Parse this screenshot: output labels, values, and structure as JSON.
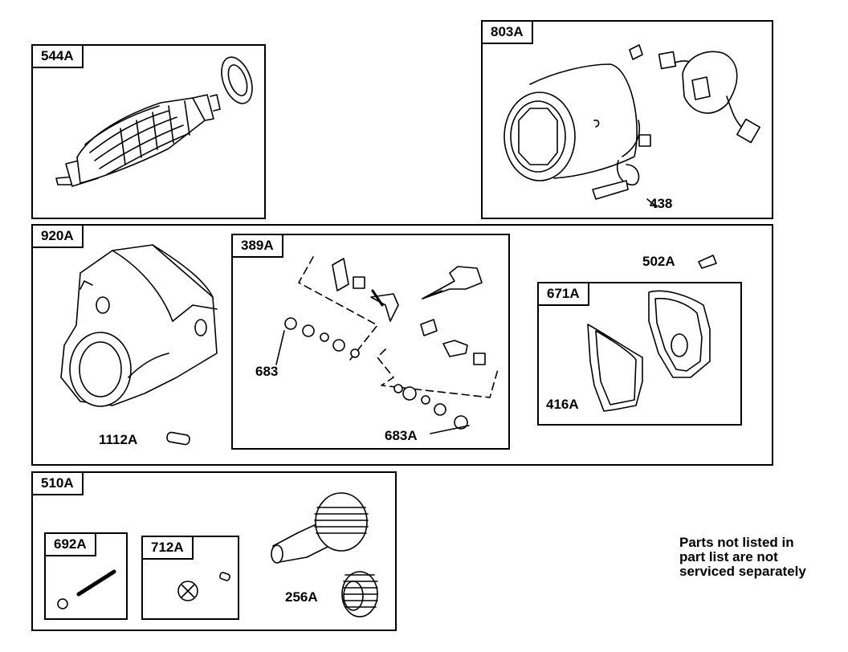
{
  "groups": {
    "g544": "544A",
    "g803": "803A",
    "g920": "920A",
    "g389": "389A",
    "g671": "671A",
    "g510": "510A",
    "g692": "692A",
    "g712": "712A"
  },
  "parts": {
    "p438": "438",
    "p502": "502A",
    "p683": "683",
    "p683a": "683A",
    "p1112": "1112A",
    "p416": "416A",
    "p256": "256A"
  },
  "note": {
    "line1": "Parts not listed in",
    "line2": "part list are not",
    "line3": "serviced separately"
  }
}
